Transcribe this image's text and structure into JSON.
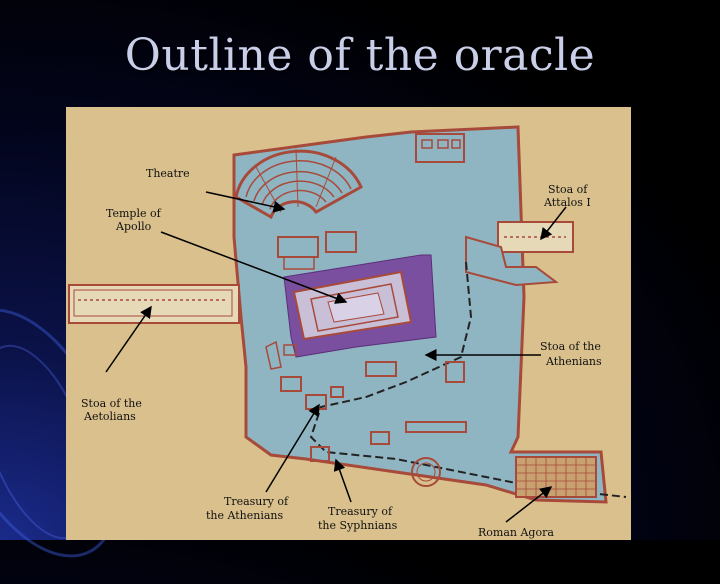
{
  "slide": {
    "title": "Outline of the oracle"
  },
  "map": {
    "labels": {
      "theatre": "Theatre",
      "temple_line1": "Temple of",
      "temple_line2": "Apollo",
      "stoa_attalos_line1": "Stoa of",
      "stoa_attalos_line2": "Attalos I",
      "stoa_athenians_line1": "Stoa of the",
      "stoa_athenians_line2": "Athenians",
      "stoa_aetolians_line1": "Stoa of the",
      "stoa_aetolians_line2": "Aetolians",
      "treasury_athenians_line1": "Treasury of",
      "treasury_athenians_line2": "the Athenians",
      "treasury_syphnians_line1": "Treasury of",
      "treasury_syphnians_line2": "the Syphnians",
      "roman_agora": "Roman Agora"
    },
    "colors": {
      "background": "#d9c08c",
      "sanctuary": "#8fb5c2",
      "walls": "#a84a3a",
      "temple_platform": "#7a4fa0",
      "arrows": "#000000"
    }
  }
}
